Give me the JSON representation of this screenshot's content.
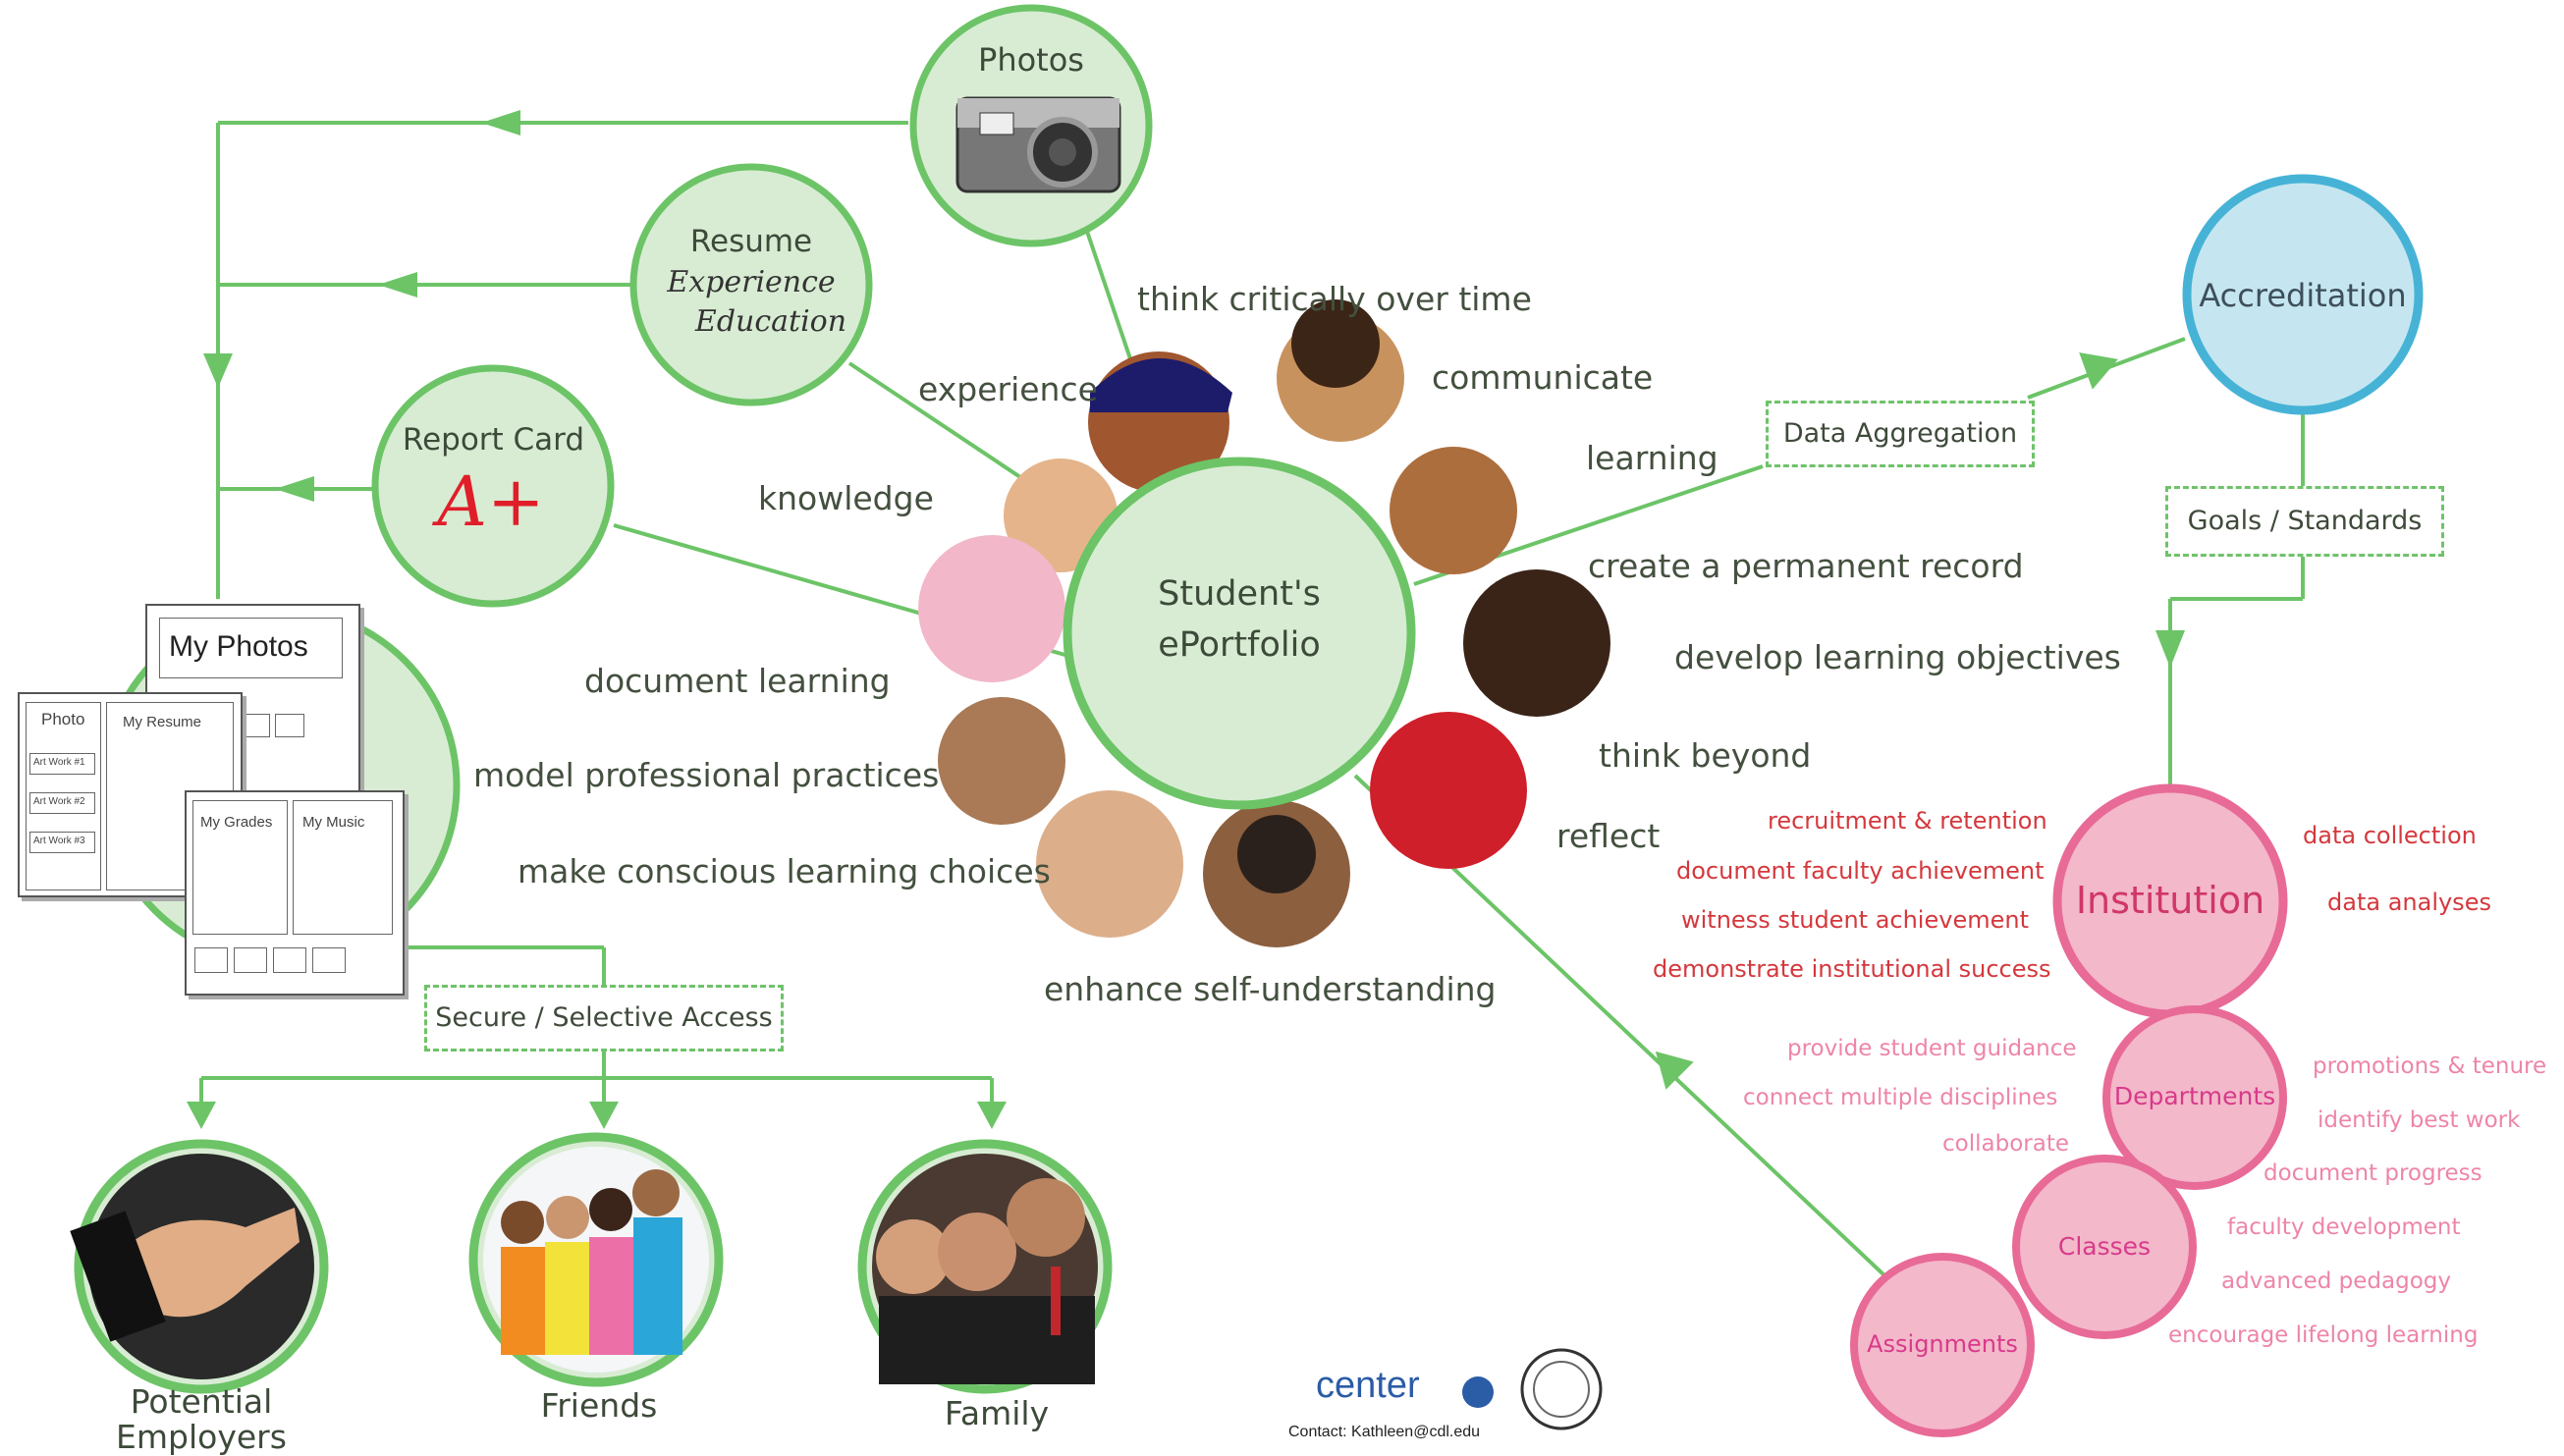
{
  "hub": {
    "line1": "Student's",
    "line2": "ePortfolio"
  },
  "artifacts": {
    "photos": "Photos",
    "resume": "Resume",
    "resume_script1": "Experience",
    "resume_script2": "Education",
    "report_card": "Report Card",
    "grade": "A+"
  },
  "benefits": [
    "think critically over time",
    "communicate",
    "learning",
    "experience",
    "knowledge",
    "create a permanent record",
    "develop learning objectives",
    "document learning",
    "model professional practices",
    "think beyond",
    "reflect",
    "make conscious learning choices",
    "enhance self-understanding"
  ],
  "portfolio_docs": {
    "my_photos": "My Photos",
    "photo": "Photo",
    "my_resume": "My Resume",
    "my_grades": "My Grades",
    "my_music": "My Music",
    "art_work": [
      "Art Work #1",
      "Art Work #2",
      "Art Work #3"
    ]
  },
  "access": {
    "label": "Secure / Selective Access",
    "audiences": [
      {
        "line1": "Potential",
        "line2": "Employers"
      },
      {
        "line1": "Friends",
        "line2": ""
      },
      {
        "line1": "Family",
        "line2": ""
      }
    ]
  },
  "accreditation": {
    "node": "Accreditation",
    "data_aggregation": "Data Aggregation",
    "goals_standards": "Goals / Standards"
  },
  "institution": {
    "node": "Institution",
    "left_items": [
      "recruitment & retention",
      "document faculty achievement",
      "witness student achievement",
      "demonstrate institutional success"
    ],
    "right_items": [
      "data collection",
      "data analyses"
    ]
  },
  "departments": {
    "node": "Departments",
    "left_items": [
      "provide student guidance",
      "connect multiple disciplines",
      "collaborate"
    ],
    "right_items": [
      "promotions & tenure",
      "identify best work"
    ]
  },
  "classes": {
    "node": "Classes",
    "right_items": [
      "document progress",
      "faculty development",
      "advanced pedagogy",
      "encourage lifelong learning"
    ]
  },
  "assignments": {
    "node": "Assignments"
  },
  "footer": {
    "center_logo": "center",
    "contact": "Contact: Kathleen@cdl.edu"
  },
  "colors": {
    "green_line": "#6cc467",
    "green_fill": "#d8ecd3",
    "pink_fill": "#f3b8c9",
    "pink_stroke": "#e86a97",
    "accreditation_fill": "#c5e6f0",
    "accreditation_stroke": "#46b3d6",
    "red_text": "#d4383d"
  }
}
